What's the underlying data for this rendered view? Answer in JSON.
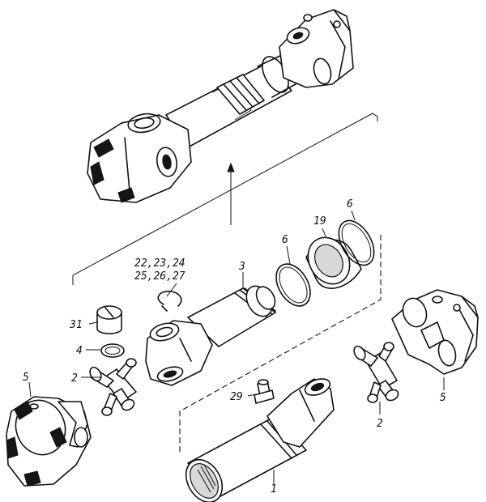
{
  "labels": {
    "shaft": "1",
    "spider_left": "2",
    "spider_right": "2",
    "yoke_shaft": "3",
    "circlip": "4",
    "flange_left": "5",
    "flange_right": "5",
    "ring_left": "6",
    "ring_right": "6",
    "dust_cover": "19",
    "ref_line1": "22,23,24",
    "ref_line2": "25,26,27",
    "grease_nipple": "29",
    "bearing_cap": "31"
  }
}
